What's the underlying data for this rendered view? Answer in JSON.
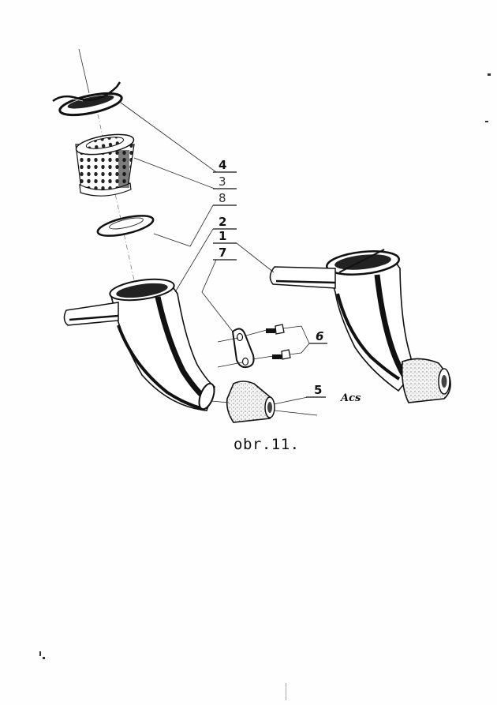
{
  "figure": {
    "caption": "obr.11.",
    "signature": "Acs",
    "type": "exploded-view parts diagram",
    "colors": {
      "ink": "#111111",
      "paper": "#fefefe",
      "leader": "#222222"
    }
  },
  "callouts": [
    {
      "id": "4",
      "label": "4",
      "part": "retaining clip / spring cap"
    },
    {
      "id": "3",
      "label": "3",
      "part": "mesh filter cartridge"
    },
    {
      "id": "8",
      "label": "8",
      "part": "sealing disc / gasket"
    },
    {
      "id": "2",
      "label": "2",
      "part": "intake elbow body (exploded)"
    },
    {
      "id": "1",
      "label": "1",
      "part": "assembled intake elbow"
    },
    {
      "id": "7",
      "label": "7",
      "part": "linking plate"
    },
    {
      "id": "6",
      "label": "6",
      "part": "screws (pair)"
    },
    {
      "id": "5",
      "label": "5",
      "part": "rubber sleeve"
    }
  ]
}
